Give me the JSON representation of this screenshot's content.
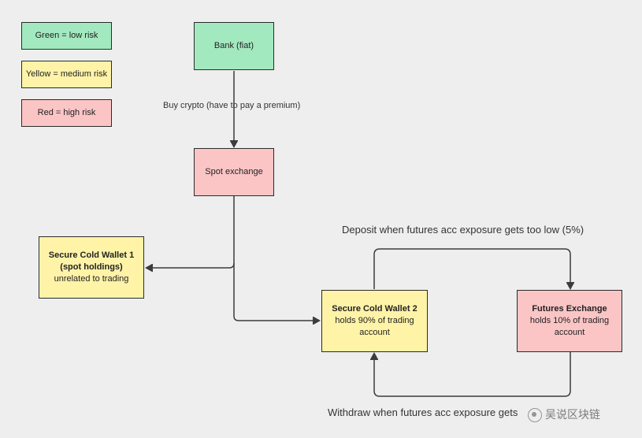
{
  "colors": {
    "green": "#a3e9c0",
    "yellow": "#fff3a8",
    "red": "#fbc5c5",
    "line": "#3c3c3c"
  },
  "legend": {
    "green": "Green = low risk",
    "yellow": "Yellow = medium risk",
    "red": "Red = high risk"
  },
  "nodes": {
    "bank": {
      "line1": "Bank (fiat)"
    },
    "spot": {
      "line1": "Spot exchange"
    },
    "cold1": {
      "line1": "Secure Cold Wallet 1",
      "line2": "(spot holdings)",
      "line3": "unrelated to trading"
    },
    "cold2": {
      "line1": "Secure Cold Wallet 2",
      "line2": "holds 90% of trading",
      "line3": "account"
    },
    "futures": {
      "line1": "Futures Exchange",
      "line2": "holds 10% of trading",
      "line3": "account"
    }
  },
  "edges": {
    "buy": "Buy crypto (have to pay a premium)",
    "deposit": "Deposit when futures acc exposure gets too low (5%)",
    "withdraw": "Withdraw when futures acc exposure gets"
  },
  "watermark": "吴说区块链"
}
